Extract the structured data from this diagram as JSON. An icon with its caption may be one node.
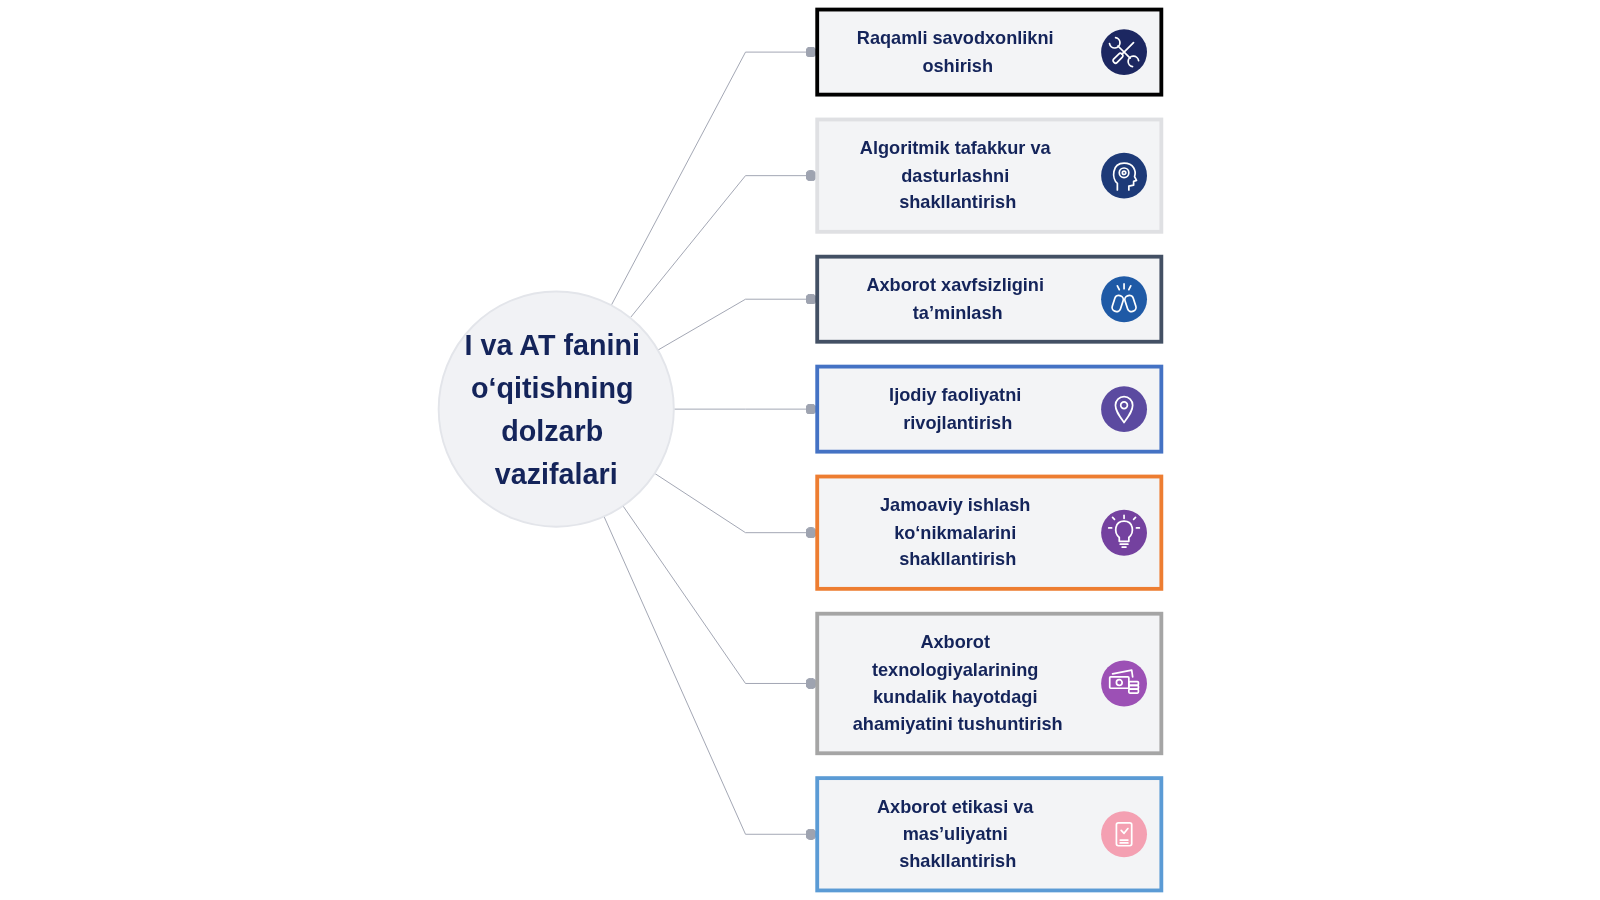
{
  "diagram": {
    "nodes": [
      {
        "text": [
          "I va AT fanini o‘qitishning dolzarb vazifalari"
        ]
      },
      {
        "text": [
          "Raqamli savodxonlikni oshirish"
        ]
      },
      {
        "text": [
          "Algoritmik tafakkur va dasturlashni shakllantirish"
        ]
      },
      {
        "text": [
          "Axborot xavfsizligini ta’minlash"
        ]
      },
      {
        "text": [
          "Ijodiy faoliyatni rivojlantirish"
        ]
      },
      {
        "text": [
          "Jamoaviy ishlash ko‘nikmalarini shakllantirish"
        ]
      },
      {
        "text": [
          "Axborot texnologiyalarining kundalik hayotdagi ahamiyatini tushuntirish"
        ]
      },
      {
        "text": [
          "Axborot etikasi va mas’uliyatni shakllantirish"
        ]
      }
    ],
    "edges": [
      {
        "from": 0,
        "to": 1,
        "arrow": "other"
      },
      {
        "from": 0,
        "to": 2,
        "arrow": "other"
      },
      {
        "from": 0,
        "to": 3,
        "arrow": "other"
      },
      {
        "from": 0,
        "to": 4,
        "arrow": "other"
      },
      {
        "from": 0,
        "to": 5,
        "arrow": "other"
      },
      {
        "from": 0,
        "to": 6,
        "arrow": "other"
      },
      {
        "from": 0,
        "to": 7,
        "arrow": "other"
      }
    ]
  }
}
